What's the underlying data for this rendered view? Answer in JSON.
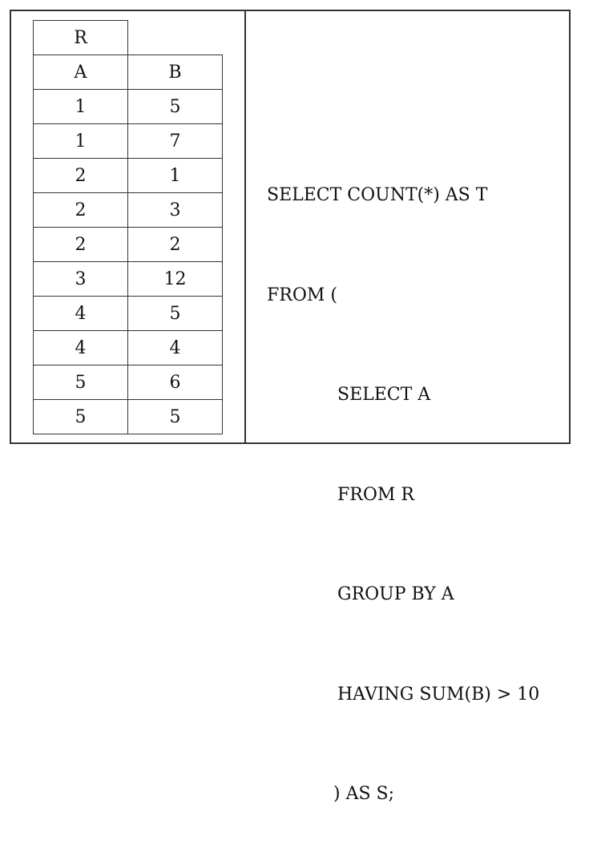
{
  "relation": {
    "name": "R",
    "columns": [
      "A",
      "B"
    ],
    "rows": [
      [
        "1",
        "5"
      ],
      [
        "1",
        "7"
      ],
      [
        "2",
        "1"
      ],
      [
        "2",
        "3"
      ],
      [
        "2",
        "2"
      ],
      [
        "3",
        "12"
      ],
      [
        "4",
        "5"
      ],
      [
        "4",
        "4"
      ],
      [
        "5",
        "6"
      ],
      [
        "5",
        "5"
      ]
    ]
  },
  "query": {
    "lines": [
      "SELECT COUNT(*) AS T",
      "FROM (",
      "SELECT A",
      "FROM R",
      "GROUP BY A",
      "HAVING SUM(B) > 10",
      ") AS S;"
    ]
  }
}
